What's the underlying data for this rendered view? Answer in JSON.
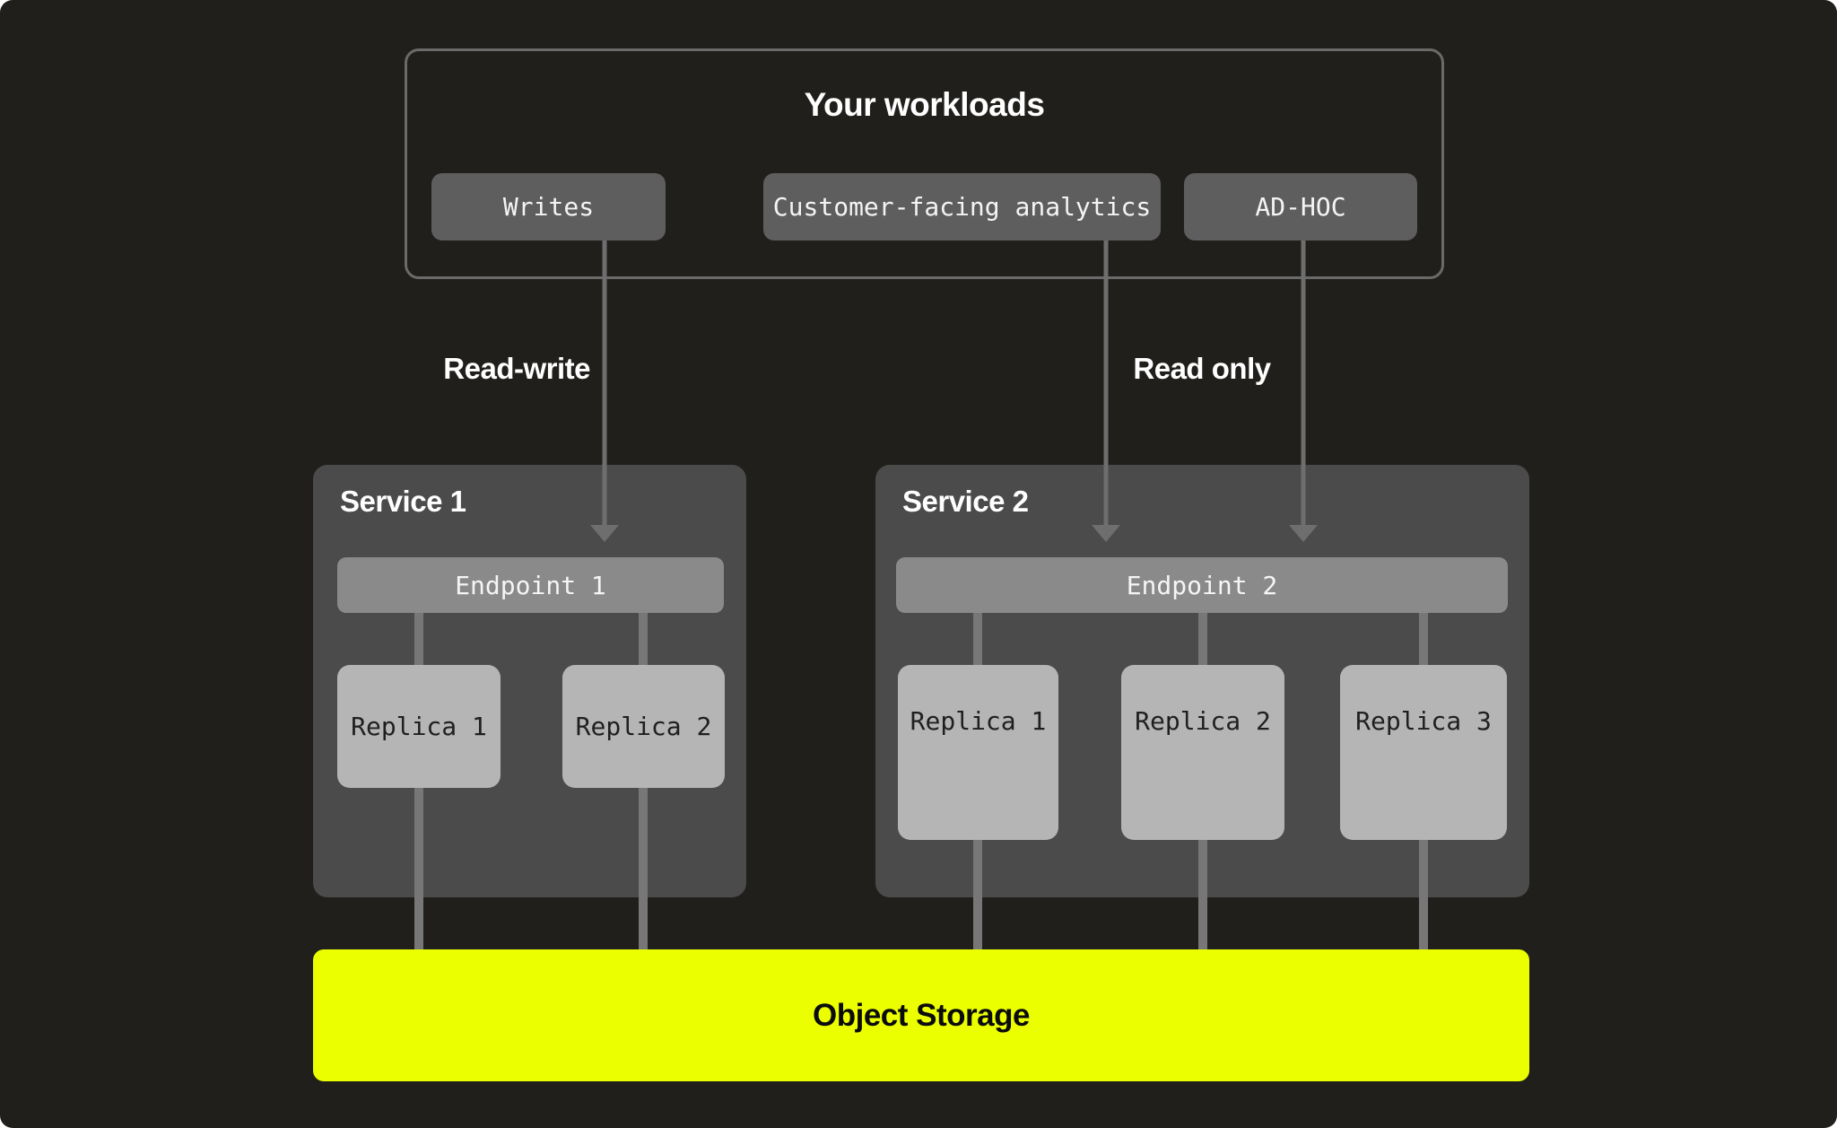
{
  "workloads": {
    "title": "Your workloads",
    "chips": [
      {
        "label": "Writes"
      },
      {
        "label": "Customer-facing analytics"
      },
      {
        "label": "AD-HOC"
      }
    ]
  },
  "flows": [
    {
      "label": "Read-write"
    },
    {
      "label": "Read only"
    }
  ],
  "services": [
    {
      "title": "Service 1",
      "endpoint": {
        "label": "Endpoint 1"
      },
      "replicas": [
        {
          "label": "Replica 1"
        },
        {
          "label": "Replica 2"
        }
      ]
    },
    {
      "title": "Service 2",
      "endpoint": {
        "label": "Endpoint 2"
      },
      "replicas": [
        {
          "label": "Replica 1"
        },
        {
          "label": "Replica 2"
        },
        {
          "label": "Replica 3"
        }
      ]
    }
  ],
  "storage": {
    "label": "Object Storage"
  },
  "colors": {
    "background": "#201F1B",
    "panel": "#4B4B4B",
    "endpoint_bar": "#8A8A8A",
    "chip": "#5E5E5E",
    "replica_card": "#B5B5B5",
    "connector": "#6E6E6E",
    "drop_line": "#777777",
    "outline": "#6A6A6A",
    "storage_yellow": "#EBFF00",
    "text_light": "#FFFFFF",
    "text_dark": "#1F1F1F"
  }
}
